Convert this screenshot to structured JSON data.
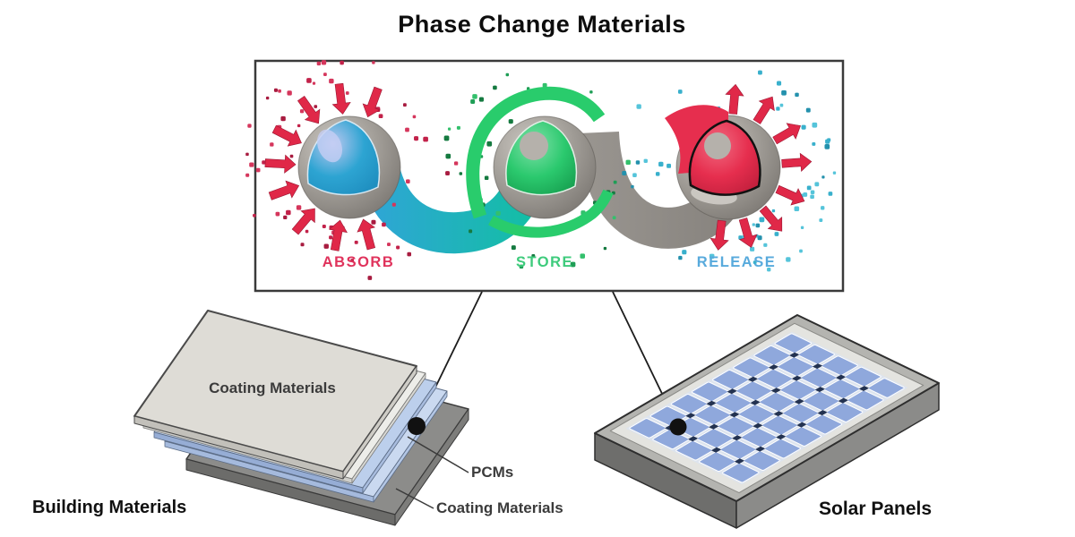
{
  "title": "Phase Change Materials",
  "process_box": {
    "stages": [
      {
        "label": "ABSORB",
        "color": "#e0335c"
      },
      {
        "label": "STORE",
        "color": "#3ecb7c"
      },
      {
        "label": "RELEASE",
        "color": "#58aadc"
      }
    ]
  },
  "applications": {
    "building": {
      "caption": "Building Materials",
      "top_layer_label": "Coating Materials",
      "pcm_layer_label": "PCMs",
      "bottom_layer_label": "Coating Materials"
    },
    "solar": {
      "caption": "Solar Panels"
    }
  },
  "colors": {
    "absorb_accent": "#e0335c",
    "store_accent": "#3ecb7c",
    "release_accent": "#58aadc",
    "absorb_core": "#2da4d2",
    "store_core": "#2bc96e",
    "release_core": "#e62e4e",
    "sphere_shell": "#a8a49e",
    "teal_ribbon": "#12bfa3",
    "gray_ribbon": "#8e8b86",
    "pcm_layer": "#bccfec",
    "coating_layer_top": "#dedcd6",
    "coating_layer_bottom": "#8c8c8a",
    "solar_cell": "#8fa8dc"
  }
}
